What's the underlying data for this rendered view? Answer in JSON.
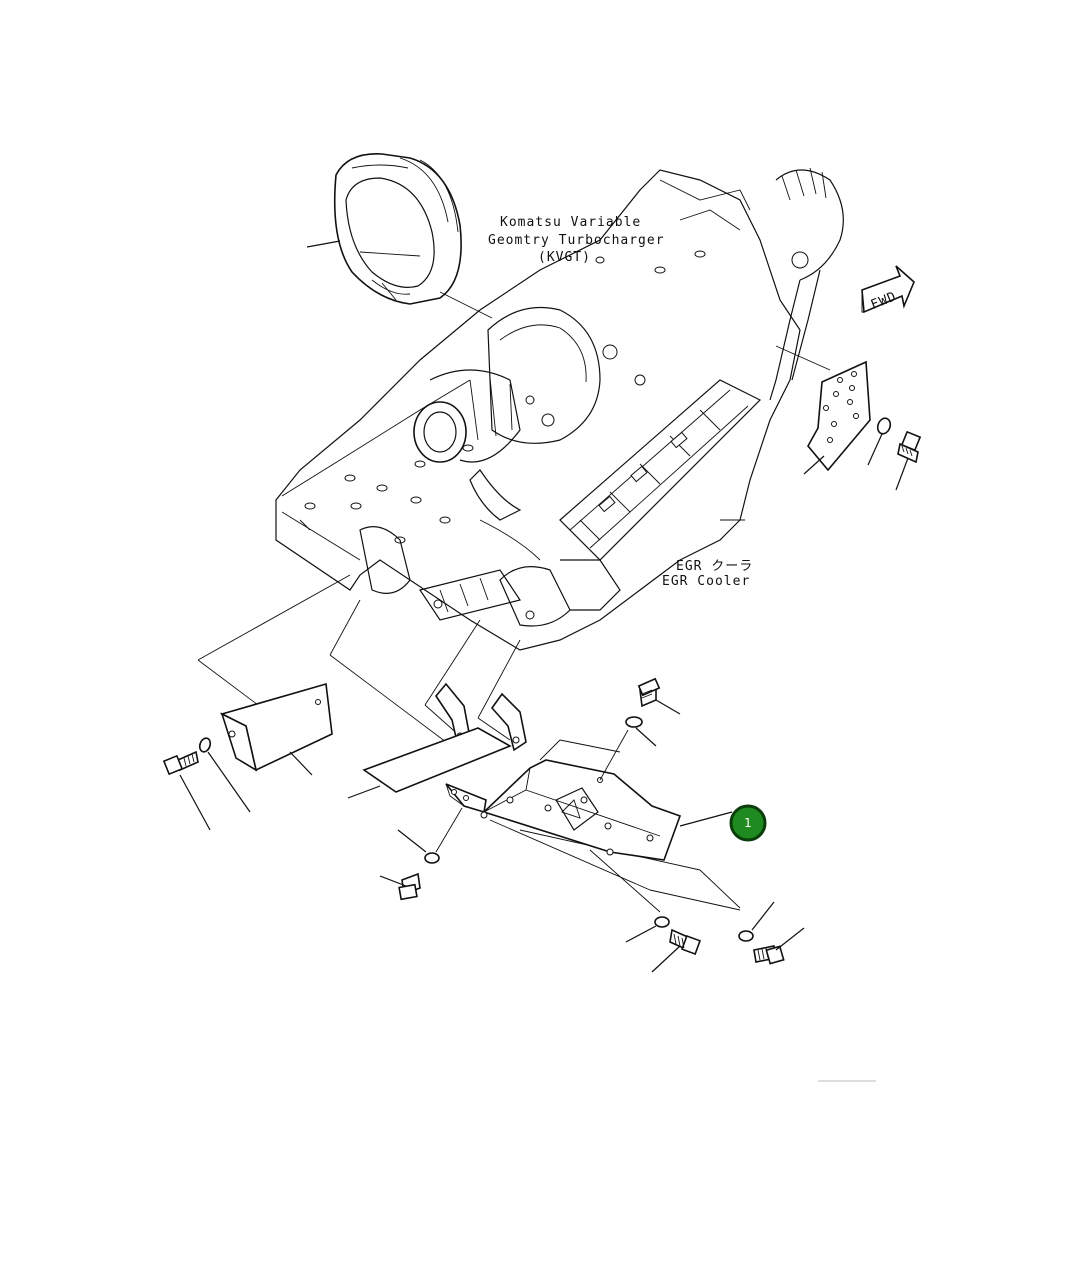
{
  "diagram": {
    "labels": {
      "kvgt_line1": "Komatsu Variable",
      "kvgt_line2": "Geomtry Turbocharger",
      "kvgt_line3": "(KVGT)",
      "fwd": "FWD",
      "egr_jp": "EGR クーラ",
      "egr_en": "EGR Cooler"
    },
    "callouts": [
      {
        "number": "1",
        "color": "#1f8a1f"
      }
    ],
    "colors": {
      "line": "#111111",
      "background": "#ffffff",
      "callout_fill": "#1f8a1f",
      "callout_ring": "#0b3d0b"
    }
  }
}
